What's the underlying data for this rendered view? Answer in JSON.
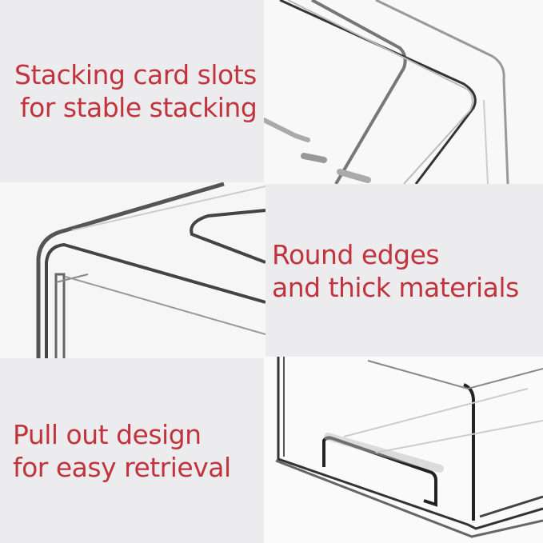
{
  "colors": {
    "caption_text": "#c2343d",
    "text_panel_bg": "#ececee",
    "photo_bg": "#f7f7f8"
  },
  "panels": [
    {
      "position": "top-left",
      "type": "caption",
      "line1": "Stacking card slots",
      "line2": "for stable stacking"
    },
    {
      "position": "top-right",
      "type": "photo",
      "icon": "clear-box-lid-corner-closeup"
    },
    {
      "position": "middle-left",
      "type": "photo",
      "icon": "clear-box-rounded-edge-closeup"
    },
    {
      "position": "middle-right",
      "type": "caption",
      "line1": "Round edges",
      "line2": "and thick materials"
    },
    {
      "position": "bottom-left",
      "type": "caption",
      "line1": "Pull out design",
      "line2": "for easy retrieval"
    },
    {
      "position": "bottom-right",
      "type": "photo",
      "icon": "clear-drawer-pull-handle-closeup"
    }
  ]
}
